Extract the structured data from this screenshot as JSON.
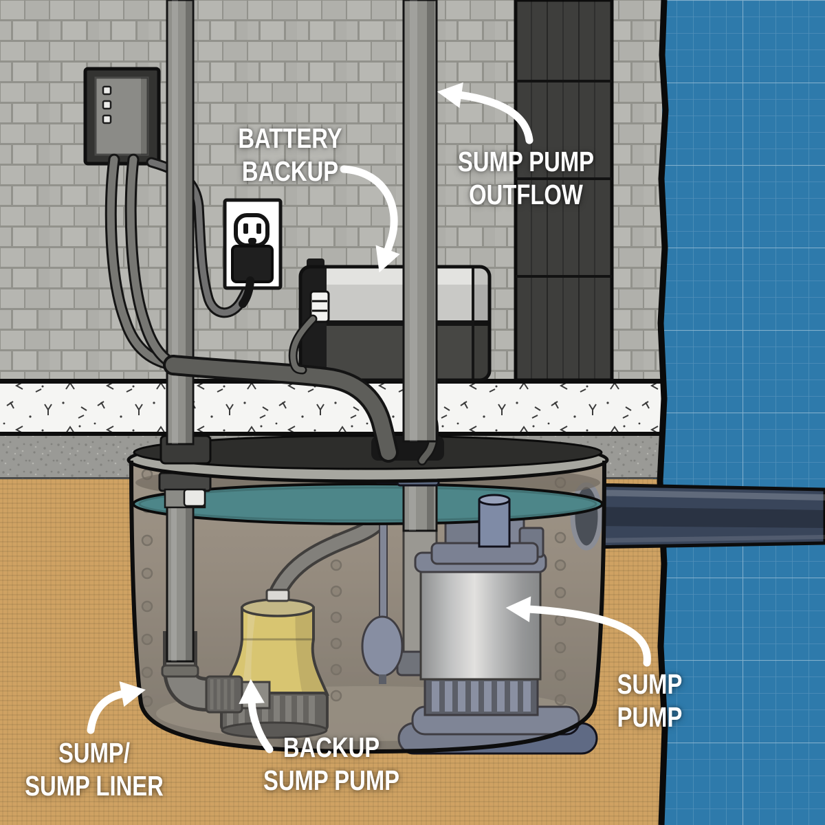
{
  "figure": {
    "type": "cutaway-diagram",
    "subject": "Basement sump pump system with battery backup"
  },
  "labels": {
    "battery_backup": {
      "text": "BATTERY\nBACKUP",
      "arrow_points_to": "battery backup unit on floor"
    },
    "sump_pump_outflow": {
      "text": "SUMP PUMP\nOUTFLOW",
      "arrow_points_to": "vertical discharge pipe"
    },
    "sump_liner": {
      "text": "SUMP/\nSUMP LINER",
      "arrow_points_to": "perforated sump basin"
    },
    "backup_sump_pump": {
      "text": "BACKUP\nSUMP PUMP",
      "arrow_points_to": "yellow backup pump"
    },
    "sump_pump": {
      "text": "SUMP\nPUMP",
      "arrow_points_to": "primary submersible pump"
    }
  },
  "components": [
    "control-box",
    "power-outlet",
    "plug",
    "battery-backup-unit",
    "discharge-pipe-left",
    "discharge-pipe-right",
    "sump-liner",
    "sump-lid",
    "water-surface",
    "backup-sump-pump",
    "primary-sump-pump",
    "float-switch",
    "check-valve",
    "outflow-pipe",
    "power-cables"
  ],
  "palette": {
    "blueprint": "#2e7aab",
    "water": "#4d8689",
    "soil": "#cfa263",
    "pump_yellow": "#e7cf5d",
    "pump_blue": "#6b7690",
    "pipe_navy": "#39455a",
    "wall": "#b5b5b0",
    "concrete": "#f5f5f3",
    "gravel": "#9a9a96",
    "metal": "#c9c9c6"
  }
}
